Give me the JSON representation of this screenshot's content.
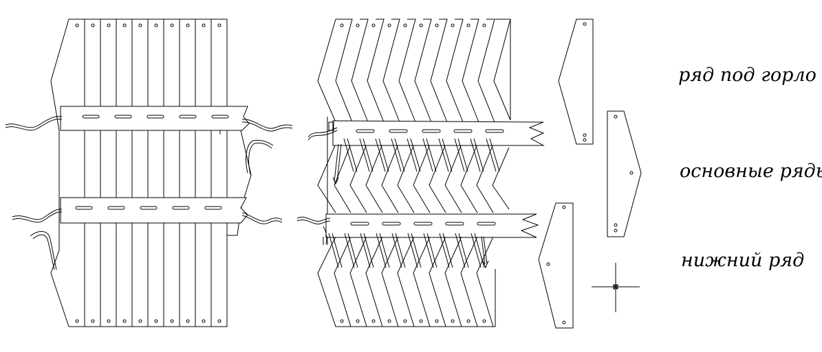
{
  "labels": {
    "top_row": "ряд под горло",
    "main_rows": "основные ряды",
    "bottom_row": "нижний ряд"
  },
  "colors": {
    "line": "#000000",
    "background": "#ffffff"
  }
}
